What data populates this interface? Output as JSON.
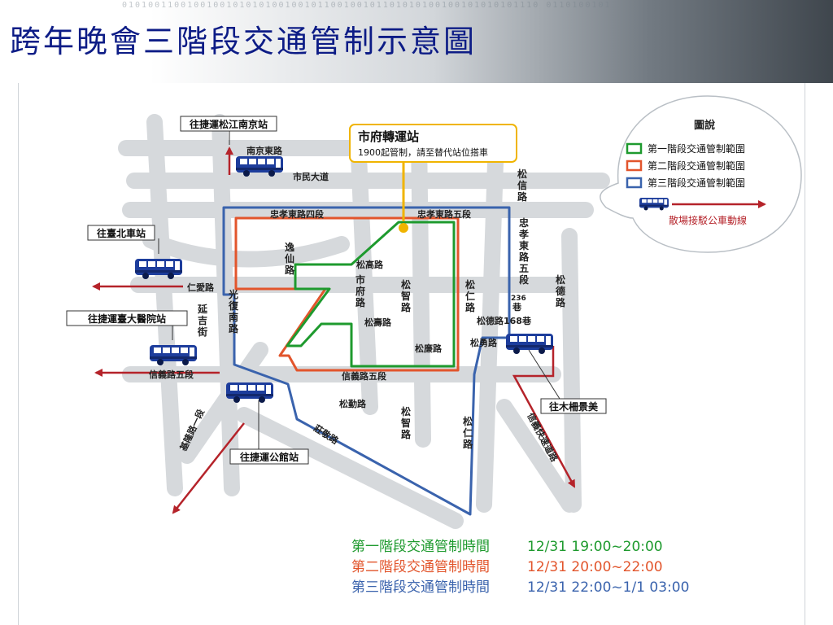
{
  "header": {
    "title": "跨年晚會三階段交通管制示意圖",
    "binary_text": "0101001100100100101010100100101100100101101010100100101010101110\n0110100101001001010101001011001010101010010101000101001010101"
  },
  "colors": {
    "title": "#0d1c86",
    "stage1": "#1e9a2e",
    "stage2": "#e2552c",
    "stage3": "#3a63ad",
    "bus_route": "#b5232a",
    "road_watermark": "#d6d9dc",
    "callout_border": "#f0b400",
    "bus": "#1d3d9c"
  },
  "map": {
    "labels": {
      "nanjing_e_rd": "南京東路",
      "shimin_blvd": "市民大道",
      "zhongxiao_sec4": "忠孝東路四段",
      "zhongxiao_sec5": "忠孝東路五段",
      "songxin_rd": "松\n信\n路",
      "zhongxiao_vert": "忠\n孝\n東\n路\n五\n段",
      "lane_236": "236",
      "lane_char": "巷",
      "songde_rd": "松\n德\n路",
      "yixian_rd": "逸\n仙\n路",
      "songgao_rd": "松高路",
      "shifu_rd": "市\n府\n路",
      "songzhi_rd": "松\n智\n路",
      "songren_rd": "松\n仁\n路",
      "ren_ai_rd": "仁愛路",
      "guangfu_s_rd": "光\n復\n南\n路",
      "yanji_st": "延\n吉\n街",
      "songshou_rd": "松壽路",
      "songde_168": "松德路168巷",
      "songyong_rd": "松勇路",
      "songlian_rd": "松廉路",
      "xinyi_sec5_left": "信義路五段",
      "xinyi_sec5": "信義路五段",
      "songqin_rd": "松勤路",
      "songzhi_rd_lower": "松\n智\n路",
      "songren_rd_lower": "松\n仁\n路",
      "zhuangjing_rd": "莊敬路",
      "keelung_rd_sec1": "基隆路一段",
      "xinyi_expressway": "信義快速道路"
    },
    "destinations": {
      "mrt_songjiang_nanjing": "往捷運松江南京站",
      "taipei_main": "往臺北車站",
      "mrt_ntuh": "往捷運臺大醫院站",
      "mrt_gongguan": "往捷運公館站",
      "muzha_jingmei": "往木柵景美"
    },
    "callout": {
      "title": "市府轉運站",
      "note": "1900起管制，請至替代站位搭車"
    }
  },
  "legend": {
    "title": "圖說",
    "stage1": "第一階段交通管制範圍",
    "stage2": "第二階段交通管制範圍",
    "stage3": "第三階段交通管制範圍",
    "bus_route": "散場接駁公車動線"
  },
  "schedule": [
    {
      "label": "第一階段交通管制時間",
      "time": "12/31 19:00~20:00",
      "color": "#1e9a2e"
    },
    {
      "label": "第二階段交通管制時間",
      "time": "12/31 20:00~22:00",
      "color": "#e2552c"
    },
    {
      "label": "第三階段交通管制時間",
      "time": "12/31 22:00~1/1 03:00",
      "color": "#3a63ad"
    }
  ]
}
